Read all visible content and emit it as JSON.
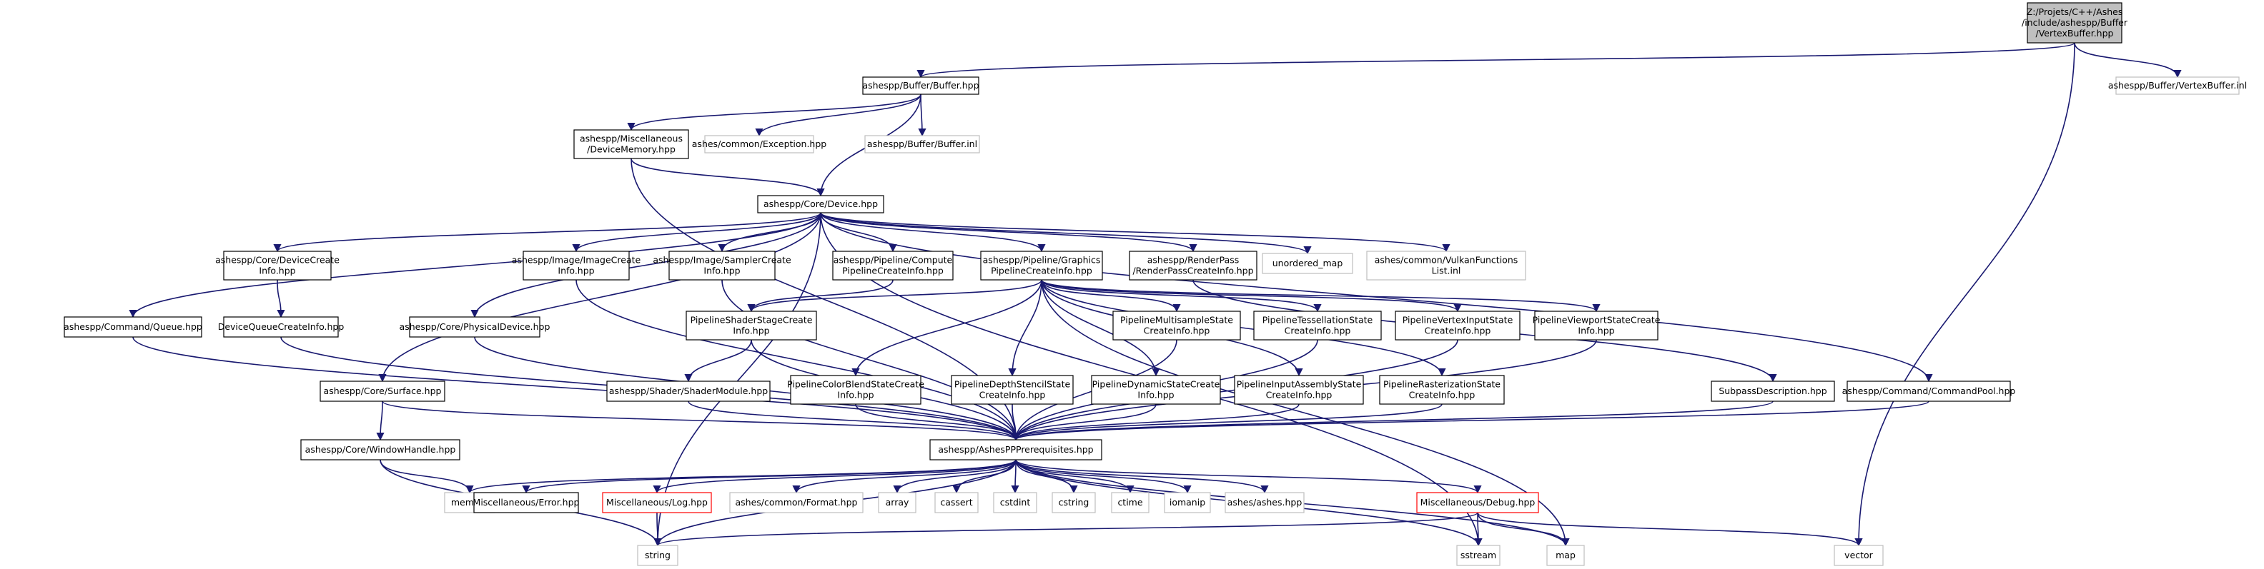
{
  "title": "Z:/Projets/C++/Ashes/include/ashespp/Buffer/VertexBuffer.hpp",
  "colors": {
    "root_fill": "#bfbfbf",
    "edge": "#191970",
    "plain_border": "#000000",
    "external_border": "#bfbfbf",
    "highlight_border": "#ff0000"
  },
  "nodes": [
    {
      "id": "root",
      "style": "root",
      "lines": [
        "Z:/Projets/C++/Ashes",
        "/include/ashespp/Buffer",
        "/VertexBuffer.hpp"
      ]
    },
    {
      "id": "buffer_hpp",
      "style": "plain",
      "lines": [
        "ashespp/Buffer/Buffer.hpp"
      ]
    },
    {
      "id": "vertexbuffer_inl",
      "style": "external",
      "lines": [
        "ashespp/Buffer/VertexBuffer.inl"
      ]
    },
    {
      "id": "devicememory",
      "style": "plain",
      "lines": [
        "ashespp/Miscellaneous",
        "/DeviceMemory.hpp"
      ]
    },
    {
      "id": "exception",
      "style": "external",
      "lines": [
        "ashes/common/Exception.hpp"
      ]
    },
    {
      "id": "buffer_inl",
      "style": "external",
      "lines": [
        "ashespp/Buffer/Buffer.inl"
      ]
    },
    {
      "id": "device",
      "style": "plain",
      "lines": [
        "ashespp/Core/Device.hpp"
      ]
    },
    {
      "id": "devicecreateinfo",
      "style": "plain",
      "lines": [
        "ashespp/Core/DeviceCreate",
        "Info.hpp"
      ]
    },
    {
      "id": "imagecreateinfo",
      "style": "plain",
      "lines": [
        "ashespp/Image/ImageCreate",
        "Info.hpp"
      ]
    },
    {
      "id": "samplercreateinfo",
      "style": "plain",
      "lines": [
        "ashespp/Image/SamplerCreate",
        "Info.hpp"
      ]
    },
    {
      "id": "computepipeline",
      "style": "plain",
      "lines": [
        "ashespp/Pipeline/Compute",
        "PipelineCreateInfo.hpp"
      ]
    },
    {
      "id": "graphicspipeline",
      "style": "plain",
      "lines": [
        "ashespp/Pipeline/Graphics",
        "PipelineCreateInfo.hpp"
      ]
    },
    {
      "id": "renderpass",
      "style": "plain",
      "lines": [
        "ashespp/RenderPass",
        "/RenderPassCreateInfo.hpp"
      ]
    },
    {
      "id": "unordered_map",
      "style": "external",
      "lines": [
        "unordered_map"
      ]
    },
    {
      "id": "vulkanfunctions",
      "style": "external",
      "lines": [
        "ashes/common/VulkanFunctions",
        "List.inl"
      ]
    },
    {
      "id": "queue",
      "style": "plain",
      "lines": [
        "ashespp/Command/Queue.hpp"
      ]
    },
    {
      "id": "devicequeue",
      "style": "plain",
      "lines": [
        "DeviceQueueCreateInfo.hpp"
      ]
    },
    {
      "id": "physicaldevice",
      "style": "plain",
      "lines": [
        "ashespp/Core/PhysicalDevice.hpp"
      ]
    },
    {
      "id": "shaderstage",
      "style": "plain",
      "lines": [
        "PipelineShaderStageCreate",
        "Info.hpp"
      ]
    },
    {
      "id": "multisample",
      "style": "plain",
      "lines": [
        "PipelineMultisampleState",
        "CreateInfo.hpp"
      ]
    },
    {
      "id": "tessellation",
      "style": "plain",
      "lines": [
        "PipelineTessellationState",
        "CreateInfo.hpp"
      ]
    },
    {
      "id": "vertexinput",
      "style": "plain",
      "lines": [
        "PipelineVertexInputState",
        "CreateInfo.hpp"
      ]
    },
    {
      "id": "viewport",
      "style": "plain",
      "lines": [
        "PipelineViewportStateCreate",
        "Info.hpp"
      ]
    },
    {
      "id": "surface",
      "style": "plain",
      "lines": [
        "ashespp/Core/Surface.hpp"
      ]
    },
    {
      "id": "shadermodule",
      "style": "plain",
      "lines": [
        "ashespp/Shader/ShaderModule.hpp"
      ]
    },
    {
      "id": "colorblend",
      "style": "plain",
      "lines": [
        "PipelineColorBlendStateCreate",
        "Info.hpp"
      ]
    },
    {
      "id": "depthstencil",
      "style": "plain",
      "lines": [
        "PipelineDepthStencilState",
        "CreateInfo.hpp"
      ]
    },
    {
      "id": "dynamicstate",
      "style": "plain",
      "lines": [
        "PipelineDynamicStateCreate",
        "Info.hpp"
      ]
    },
    {
      "id": "inputassembly",
      "style": "plain",
      "lines": [
        "PipelineInputAssemblyState",
        "CreateInfo.hpp"
      ]
    },
    {
      "id": "rasterization",
      "style": "plain",
      "lines": [
        "PipelineRasterizationState",
        "CreateInfo.hpp"
      ]
    },
    {
      "id": "subpass",
      "style": "plain",
      "lines": [
        "SubpassDescription.hpp"
      ]
    },
    {
      "id": "commandpool",
      "style": "plain",
      "lines": [
        "ashespp/Command/CommandPool.hpp"
      ]
    },
    {
      "id": "windowhandle",
      "style": "plain",
      "lines": [
        "ashespp/Core/WindowHandle.hpp"
      ]
    },
    {
      "id": "prereq",
      "style": "plain",
      "lines": [
        "ashespp/AshesPPPrerequisites.hpp"
      ]
    },
    {
      "id": "memory",
      "style": "external",
      "lines": [
        "memory"
      ]
    },
    {
      "id": "error",
      "style": "plain",
      "lines": [
        "Miscellaneous/Error.hpp"
      ]
    },
    {
      "id": "log",
      "style": "highlight",
      "lines": [
        "Miscellaneous/Log.hpp"
      ]
    },
    {
      "id": "format",
      "style": "external",
      "lines": [
        "ashes/common/Format.hpp"
      ]
    },
    {
      "id": "array",
      "style": "external",
      "lines": [
        "array"
      ]
    },
    {
      "id": "cassert",
      "style": "external",
      "lines": [
        "cassert"
      ]
    },
    {
      "id": "cstdint",
      "style": "external",
      "lines": [
        "cstdint"
      ]
    },
    {
      "id": "cstring",
      "style": "external",
      "lines": [
        "cstring"
      ]
    },
    {
      "id": "ctime",
      "style": "external",
      "lines": [
        "ctime"
      ]
    },
    {
      "id": "iomanip",
      "style": "external",
      "lines": [
        "iomanip"
      ]
    },
    {
      "id": "ashes_hpp",
      "style": "external",
      "lines": [
        "ashes/ashes.hpp"
      ]
    },
    {
      "id": "debug",
      "style": "highlight",
      "lines": [
        "Miscellaneous/Debug.hpp"
      ]
    },
    {
      "id": "string",
      "style": "external",
      "lines": [
        "string"
      ]
    },
    {
      "id": "sstream",
      "style": "external",
      "lines": [
        "sstream"
      ]
    },
    {
      "id": "map",
      "style": "external",
      "lines": [
        "map"
      ]
    },
    {
      "id": "vector",
      "style": "external",
      "lines": [
        "vector"
      ]
    }
  ]
}
